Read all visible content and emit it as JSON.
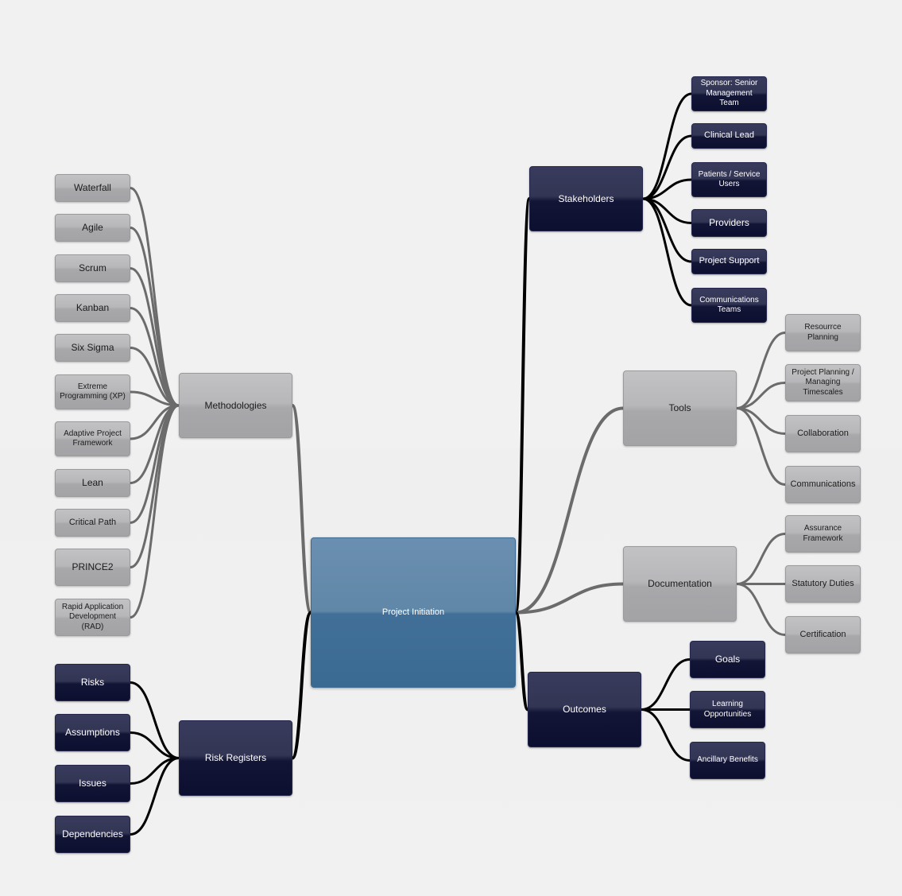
{
  "mindmap": {
    "central": "Project Initiation",
    "branches": {
      "methodologies": {
        "label": "Methodologies",
        "children": [
          "Waterfall",
          "Agile",
          "Scrum",
          "Kanban",
          "Six Sigma",
          "Extreme Programming (XP)",
          "Adaptive Project Framework",
          "Lean",
          "Critical Path",
          "PRINCE2",
          "Rapid Application Development (RAD)"
        ]
      },
      "risk_registers": {
        "label": "Risk Registers",
        "children": [
          "Risks",
          "Assumptions",
          "Issues",
          "Dependencies"
        ]
      },
      "stakeholders": {
        "label": "Stakeholders",
        "children": [
          "Sponsor: Senior Management Team",
          "Clinical Lead",
          "Patients / Service Users",
          "Providers",
          "Project Support",
          "Communications Teams"
        ]
      },
      "tools": {
        "label": "Tools",
        "children": [
          "Resourrce Planning",
          "Project Planning / Managing Timescales",
          "Collaboration",
          "Communications"
        ]
      },
      "documentation": {
        "label": "Documentation",
        "children": [
          "Assurance Framework",
          "Statutory Duties",
          "Certification"
        ]
      },
      "outcomes": {
        "label": "Outcomes",
        "children": [
          "Goals",
          "Learning Opportunities",
          "Ancillary Benefits"
        ]
      }
    }
  },
  "colors": {
    "dark_node": "#131536",
    "gray_node": "#a8a8ab",
    "central_node": "#416f97",
    "dark_connector": "#000000",
    "gray_connector": "#6b6b6b",
    "background": "#f1f1f1"
  }
}
